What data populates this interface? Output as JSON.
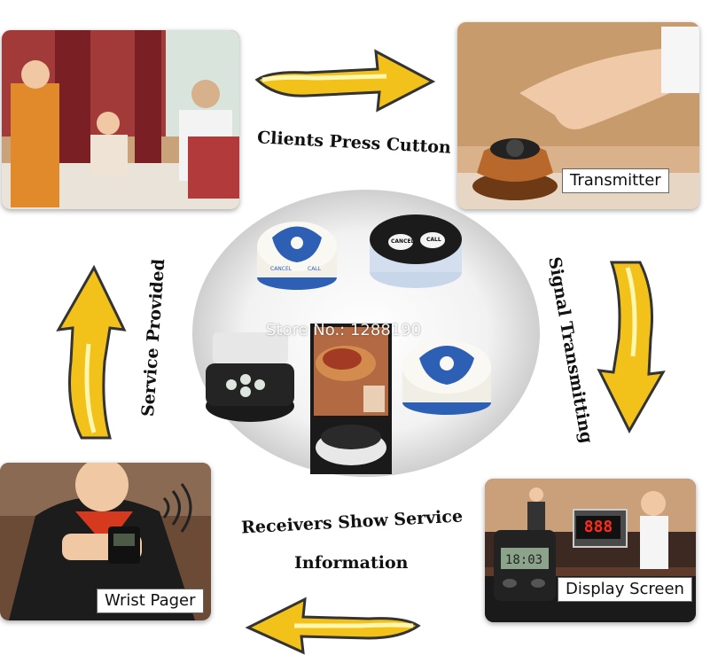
{
  "steps": {
    "top": "Clients Press Cutton",
    "right": "Signal Transmitting",
    "bottom_line1": "Receivers Show Service",
    "bottom_line2": "Information",
    "left": "Service Provided"
  },
  "captions": {
    "transmitter": "Transmitter",
    "display": "Display Screen",
    "wrist": "Wrist Pager"
  },
  "products": {
    "btn1_left": "CANCEL",
    "btn1_right": "CALL",
    "btn2_left": "CANCEL",
    "btn2_right": "CALL",
    "display_digits": "888",
    "pager_digits": "18:03"
  },
  "watermark": "Store No.: 1288190",
  "colors": {
    "arrow_fill": "#f2c21a",
    "arrow_edge": "#333333",
    "button_blue": "#2d5fb4",
    "display_red": "#ff2a1a"
  }
}
